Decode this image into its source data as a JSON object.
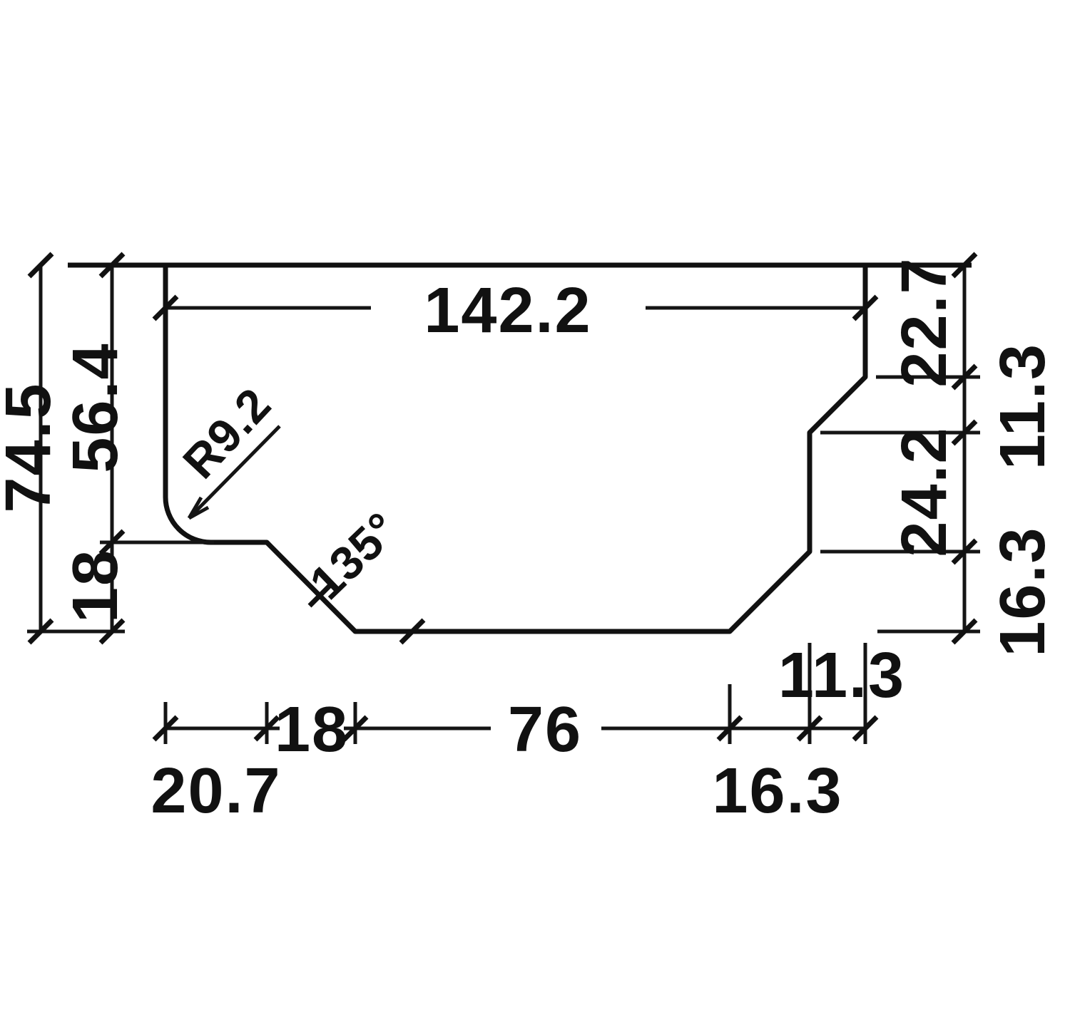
{
  "title": "Dimensioned cross-section profile drawing",
  "colors": {
    "line": "#111111",
    "background": "#ffffff"
  },
  "labels": {
    "overall_width": "142.2",
    "overall_height": "74.5",
    "left_upper": "56.4",
    "left_lower": "18",
    "fillet_radius": "R9.2",
    "chamfer_angle": "135°",
    "right_top": "22.7",
    "right_upper_mid": "11.3",
    "right_lower_mid": "24.2",
    "right_bottom": "16.3",
    "bottom_seg1": "20.7",
    "bottom_seg2": "18",
    "bottom_seg3": "76",
    "bottom_seg4": "16.3",
    "bottom_seg5": "11.3"
  }
}
